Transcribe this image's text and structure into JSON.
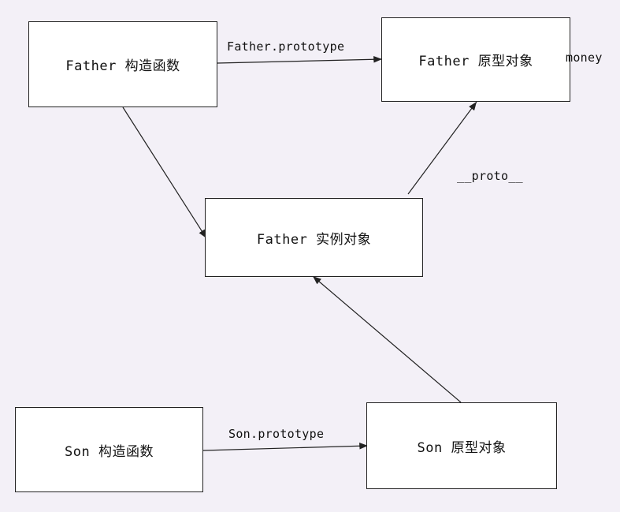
{
  "boxes": {
    "father_constructor": "Father 构造函数",
    "father_prototype": "Father 原型对象",
    "father_instance": "Father 实例对象",
    "son_constructor": "Son 构造函数",
    "son_prototype": "Son 原型对象"
  },
  "labels": {
    "father_prototype_edge": "Father.prototype",
    "money": "money",
    "proto": "__proto__",
    "son_prototype_edge": "Son.prototype"
  }
}
